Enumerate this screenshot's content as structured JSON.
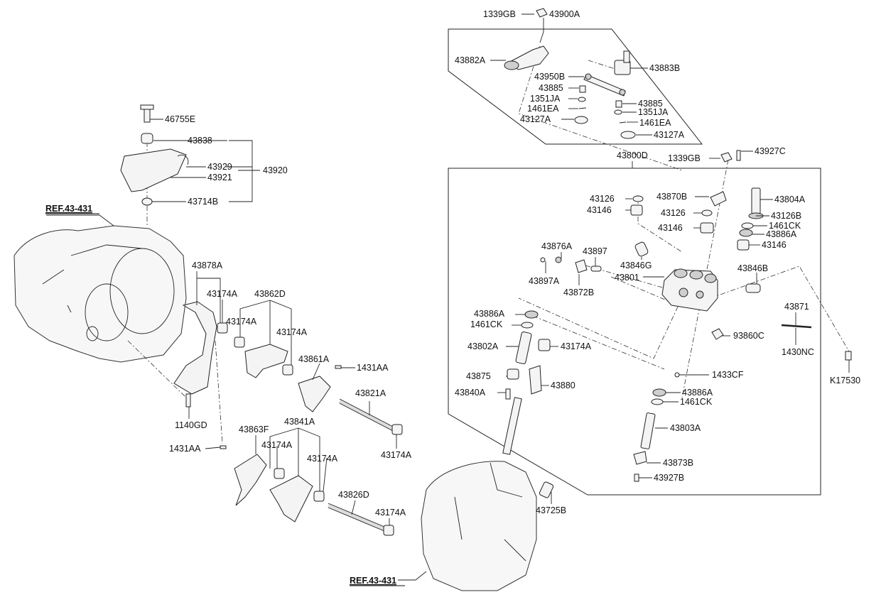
{
  "diagram": {
    "refs": [
      "REF.43-431",
      "REF.43-431"
    ],
    "labels": {
      "l_1339GB_top": "1339GB",
      "l_43900A": "43900A",
      "l_43882A": "43882A",
      "l_43883B": "43883B",
      "l_43950B": "43950B",
      "l_43885_a": "43885",
      "l_1351JA_a": "1351JA",
      "l_1461EA_a": "1461EA",
      "l_43127A_a": "43127A",
      "l_43885_b": "43885",
      "l_1351JA_b": "1351JA",
      "l_1461EA_b": "1461EA",
      "l_43127A_b": "43127A",
      "l_43800D": "43800D",
      "l_1339GB_mid": "1339GB",
      "l_43927C": "43927C",
      "l_43126_a": "43126",
      "l_43146_a": "43146",
      "l_43870B": "43870B",
      "l_43126_b": "43126",
      "l_43146_b": "43146",
      "l_43804A": "43804A",
      "l_43126B": "43126B",
      "l_1461CK_a": "1461CK",
      "l_43886A_a": "43886A",
      "l_43146_c": "43146",
      "l_43876A": "43876A",
      "l_43897": "43897",
      "l_43846G": "43846G",
      "l_43897A": "43897A",
      "l_43872B": "43872B",
      "l_43801": "43801",
      "l_43846B": "43846B",
      "l_43871": "43871",
      "l_43886A_b": "43886A",
      "l_1461CK_b": "1461CK",
      "l_43802A": "43802A",
      "l_43174A_m": "43174A",
      "l_93860C": "93860C",
      "l_1430NC": "1430NC",
      "l_K17530": "K17530",
      "l_43875": "43875",
      "l_43880": "43880",
      "l_43840A": "43840A",
      "l_1433CF": "1433CF",
      "l_43886A_c": "43886A",
      "l_1461CK_c": "1461CK",
      "l_43803A": "43803A",
      "l_43873B": "43873B",
      "l_43927B": "43927B",
      "l_43725B": "43725B",
      "l_46755E": "46755E",
      "l_43838": "43838",
      "l_43929": "43929",
      "l_43921": "43921",
      "l_43920": "43920",
      "l_43714B": "43714B",
      "l_43878A": "43878A",
      "l_43174A_1": "43174A",
      "l_43862D": "43862D",
      "l_43174A_2": "43174A",
      "l_43174A_3": "43174A",
      "l_43861A": "43861A",
      "l_1431AA_a": "1431AA",
      "l_43821A": "43821A",
      "l_43174A_4": "43174A",
      "l_1140GD": "1140GD",
      "l_43863F": "43863F",
      "l_43841A": "43841A",
      "l_1431AA_b": "1431AA",
      "l_43174A_5": "43174A",
      "l_43174A_6": "43174A",
      "l_43826D": "43826D",
      "l_43174A_7": "43174A"
    }
  }
}
